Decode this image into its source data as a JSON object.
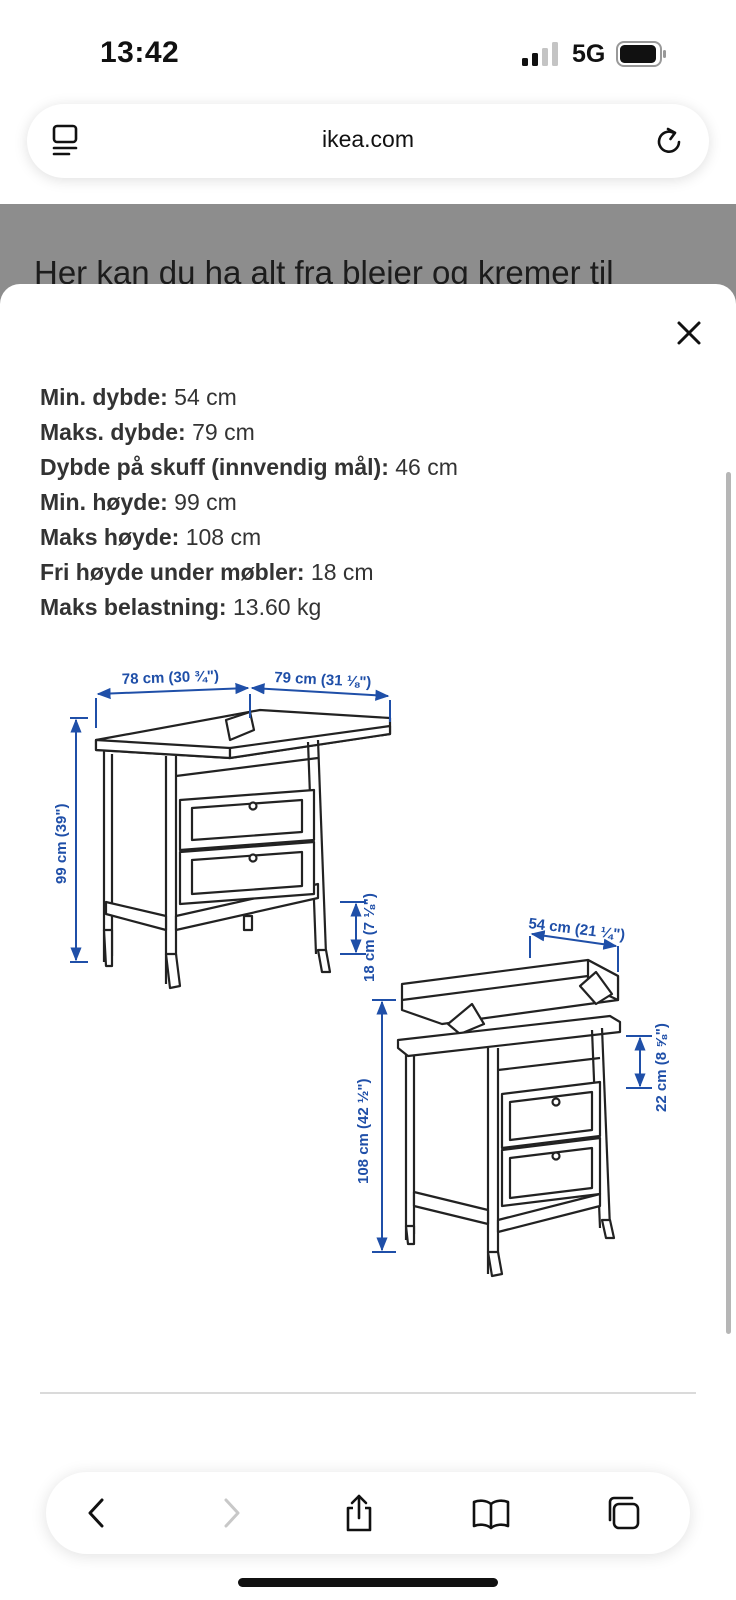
{
  "status": {
    "time": "13:42",
    "network": "5G"
  },
  "browser": {
    "url": "ikea.com"
  },
  "page": {
    "background_text": "Her kan du ha alt fra bleier og kremer til"
  },
  "specs": [
    {
      "label": "Min. dybde:",
      "value": "54 cm"
    },
    {
      "label": "Maks. dybde:",
      "value": "79 cm"
    },
    {
      "label": "Dybde på skuff (innvendig mål):",
      "value": "46 cm"
    },
    {
      "label": "Min. høyde:",
      "value": "99 cm"
    },
    {
      "label": "Maks høyde:",
      "value": "108 cm"
    },
    {
      "label": "Fri høyde under møbler:",
      "value": "18 cm"
    },
    {
      "label": "Maks belastning:",
      "value": "13.60 kg"
    }
  ],
  "diagram": {
    "dim_width": "78 cm (30 ¾\")",
    "dim_depth_max": "79 cm (31 ⅛\")",
    "dim_height_min": "99 cm (39\")",
    "dim_clearance": "18 cm (7 ⅛\")",
    "dim_depth_min": "54 cm (21 ¼\")",
    "dim_height_max": "108 cm (42 ½\")",
    "dim_raised_edge": "22 cm (8 ⅝\")",
    "dim_color": "#1f4fa8"
  },
  "icons": {
    "reader": "reader-icon",
    "reload": "reload-icon",
    "close": "close-icon",
    "back": "chevron-left-icon",
    "forward": "chevron-right-icon",
    "share": "share-icon",
    "bookmarks": "book-icon",
    "tabs": "tabs-icon"
  }
}
